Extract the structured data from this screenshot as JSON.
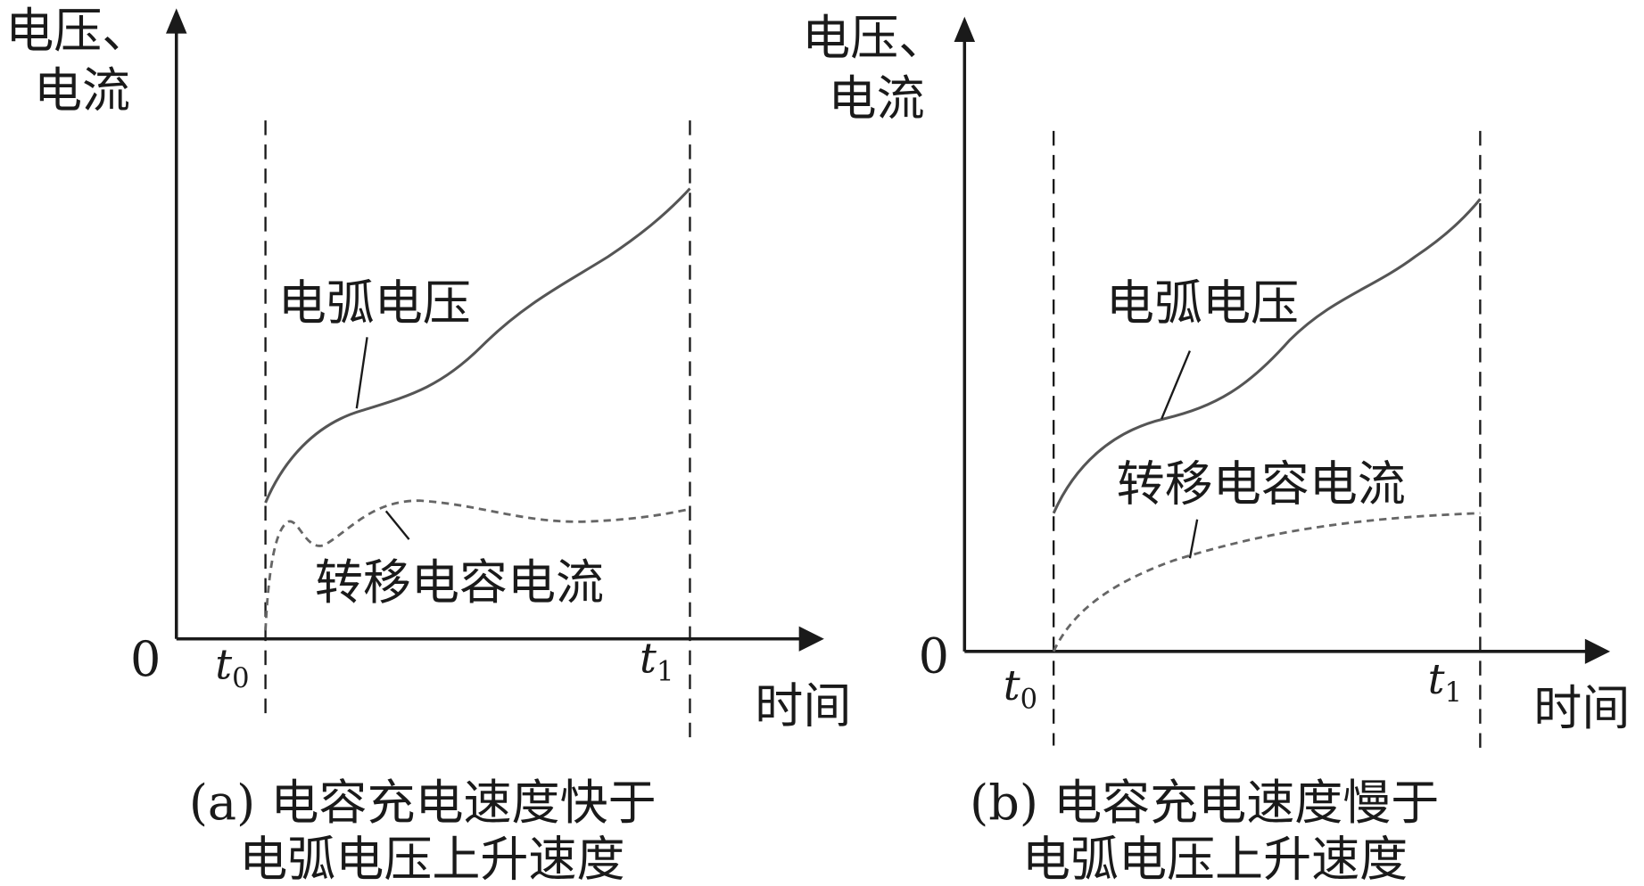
{
  "panels": [
    {
      "y_label_line1": "电压、",
      "y_label_line2": "电流",
      "origin": "0",
      "t0": {
        "t": "t",
        "sub": "0"
      },
      "t1": {
        "t": "t",
        "sub": "1"
      },
      "x_label": "时间",
      "voltage_label": "电弧电压",
      "current_label": "转移电容电流",
      "caption_line1": "(a)  电容充电速度快于",
      "caption_line2": "电弧电压上升速度"
    },
    {
      "y_label_line1": "电压、",
      "y_label_line2": "电流",
      "origin": "0",
      "t0": {
        "t": "t",
        "sub": "0"
      },
      "t1": {
        "t": "t",
        "sub": "1"
      },
      "x_label": "时间",
      "voltage_label": "电弧电压",
      "current_label": "转移电容电流",
      "caption_line1": "(b)  电容充电速度慢于",
      "caption_line2": "电弧电压上升速度"
    }
  ],
  "colors": {
    "voltage": "#555555",
    "current": "#666666",
    "axis": "#1a1a1a"
  }
}
